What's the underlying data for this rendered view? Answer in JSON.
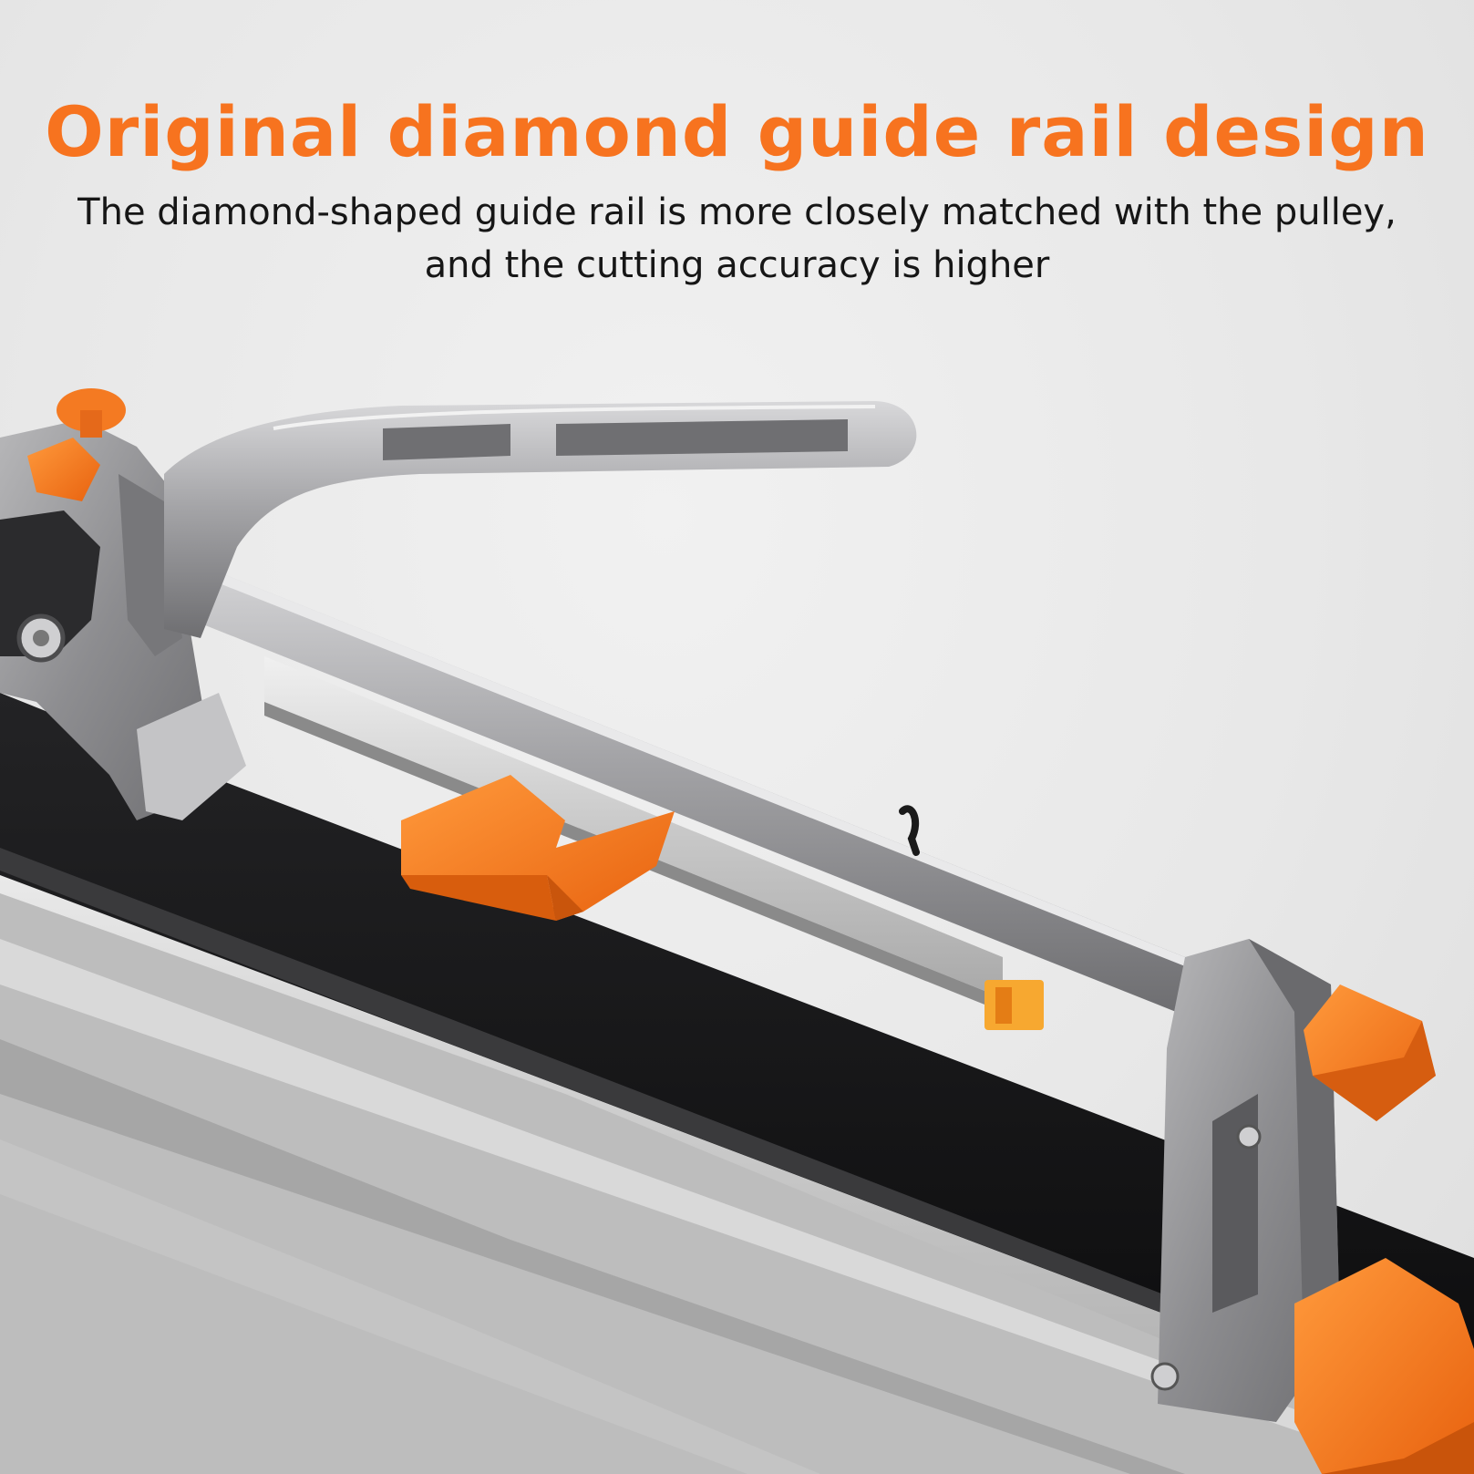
{
  "heading": {
    "title": "Original diamond guide rail design",
    "line1": "The diamond-shaped guide rail is more closely matched with the pulley,",
    "line2": "and the cutting accuracy is higher"
  },
  "colors": {
    "accent": "#f7731f",
    "text": "#161616",
    "background": "#e9e9e9",
    "metal": "#9a9a9c",
    "base": "#141414"
  }
}
